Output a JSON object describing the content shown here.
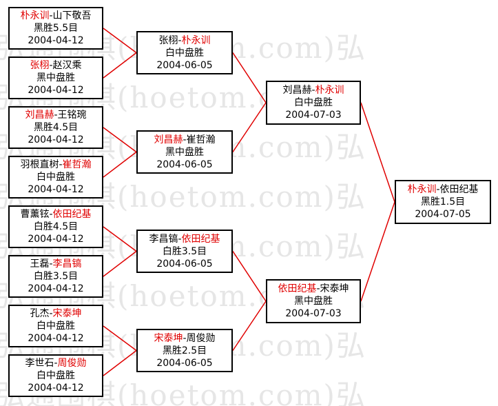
{
  "watermark": "弘通围棋(hoetom.com)弘",
  "colors": {
    "winner": "#e00000",
    "connector": "#e00000",
    "border": "#000000"
  },
  "round1": [
    {
      "p1": "朴永训",
      "p2": "山下敬吾",
      "result": "黑胜5.5目",
      "date": "2004-04-12",
      "winner": 1
    },
    {
      "p1": "张栩",
      "p2": "赵汉乘",
      "result": "黑中盘胜",
      "date": "2004-04-12",
      "winner": 1
    },
    {
      "p1": "刘昌赫",
      "p2": "王铭琬",
      "result": "黑胜4.5目",
      "date": "2004-04-12",
      "winner": 1
    },
    {
      "p1": "羽根直树",
      "p2": "崔哲瀚",
      "result": "白中盘胜",
      "date": "2004-04-12",
      "winner": 2
    },
    {
      "p1": "曹薰铉",
      "p2": "依田纪基",
      "result": "白胜4.5目",
      "date": "2004-04-12",
      "winner": 2
    },
    {
      "p1": "王磊",
      "p2": "李昌镐",
      "result": "白胜3.5目",
      "date": "2004-04-12",
      "winner": 2
    },
    {
      "p1": "孔杰",
      "p2": "宋泰坤",
      "result": "白中盘胜",
      "date": "2004-04-12",
      "winner": 2
    },
    {
      "p1": "李世石",
      "p2": "周俊勋",
      "result": "白中盘胜",
      "date": "2004-04-12",
      "winner": 2
    }
  ],
  "round2": [
    {
      "p1": "张栩",
      "p2": "朴永训",
      "result": "白中盘胜",
      "date": "2004-06-05",
      "winner": 2
    },
    {
      "p1": "刘昌赫",
      "p2": "崔哲瀚",
      "result": "黑中盘胜",
      "date": "2004-06-05",
      "winner": 1
    },
    {
      "p1": "李昌镐",
      "p2": "依田纪基",
      "result": "白胜3.5目",
      "date": "2004-06-05",
      "winner": 2
    },
    {
      "p1": "宋泰坤",
      "p2": "周俊勋",
      "result": "黑胜2.5目",
      "date": "2004-06-05",
      "winner": 1
    }
  ],
  "round3": [
    {
      "p1": "刘昌赫",
      "p2": "朴永训",
      "result": "白中盘胜",
      "date": "2004-07-03",
      "winner": 2
    },
    {
      "p1": "依田纪基",
      "p2": "宋泰坤",
      "result": "黑中盘胜",
      "date": "2004-07-03",
      "winner": 1
    }
  ],
  "final": [
    {
      "p1": "朴永训",
      "p2": "依田纪基",
      "result": "黑胜1.5目",
      "date": "2004-07-05",
      "winner": 1
    }
  ]
}
